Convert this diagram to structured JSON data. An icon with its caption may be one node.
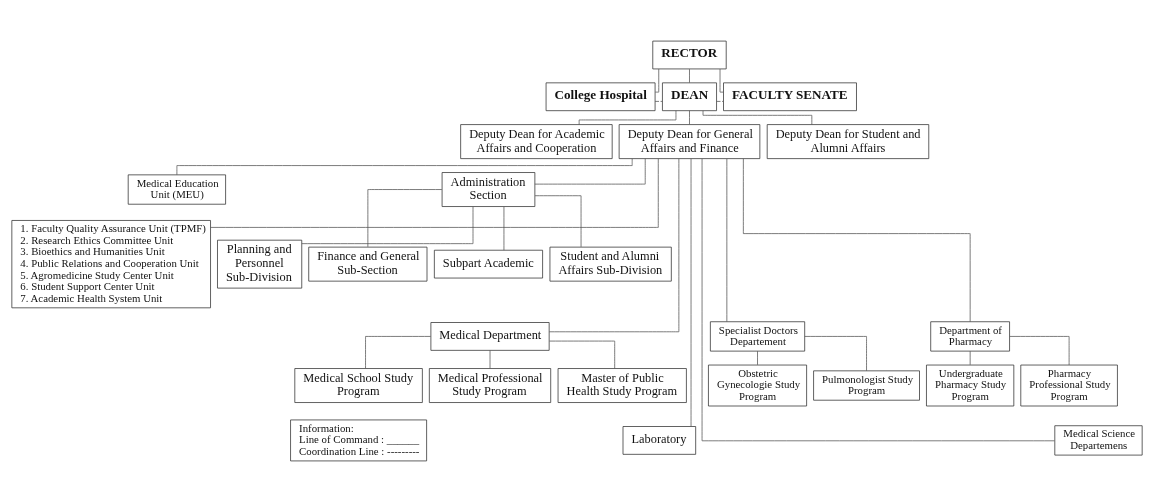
{
  "diagram": {
    "nodes": [
      {
        "text": [
          "RECTOR"
        ]
      },
      {
        "text": [
          "College Hospital"
        ]
      },
      {
        "text": [
          "DEAN"
        ]
      },
      {
        "text": [
          "FACULTY SENATE"
        ]
      },
      {
        "text": [
          "Deputy Dean for Academic Affairs and Cooperation"
        ]
      },
      {
        "text": [
          "Deputy Dean for General Affairs and Finance"
        ]
      },
      {
        "text": [
          "Deputy Dean for Student and Alumni Affairs"
        ]
      },
      {
        "text": [
          "Medical Education Unit (MEU)"
        ]
      },
      {
        "text": [
          "1. Faculty Quality Assurance Unit (TPMF)",
          "2. Research Ethics Committee Unit",
          "3. Bioethics and Humanities Unit",
          "4. Public Relations and Cooperation Unit",
          "5. Agromedicine Study Center Unit",
          "6. Student Support Center Unit",
          "7. Academic Health System Unit"
        ]
      },
      {
        "text": [
          "Administration Section"
        ]
      },
      {
        "text": [
          "Subpart Academic"
        ]
      },
      {
        "text": [
          "Student and Alumni Affairs Sub-Division"
        ]
      },
      {
        "text": [
          "Planning and Personnel Sub-Division"
        ]
      },
      {
        "text": [
          "Finance and General Sub-Section"
        ]
      },
      {
        "text": [
          "Medical Department"
        ]
      },
      {
        "text": [
          "Department of Pharmacy"
        ]
      },
      {
        "text": [
          "Specialist Doctors Departement"
        ]
      },
      {
        "text": [
          "Medical School Study Program"
        ]
      },
      {
        "text": [
          "Medical Professional Study Program"
        ]
      },
      {
        "text": [
          "Master of Public Health Study Program"
        ]
      },
      {
        "text": [
          "Undergraduate Pharmacy Study Program"
        ]
      },
      {
        "text": [
          "Pharmacy Professional Study Program"
        ]
      },
      {
        "text": [
          "Pulmonologist Study Program"
        ]
      },
      {
        "text": [
          "Obstetric Gynecologie Study Program"
        ]
      },
      {
        "text": [
          "Laboratory"
        ]
      },
      {
        "text": [
          "Medical Science Departemens"
        ]
      },
      {
        "text": [
          "Information:",
          "Line of Command : ______",
          "Coordination Line : ---------"
        ]
      }
    ],
    "edges": [
      {
        "from": 0,
        "to": 1,
        "arrow": "none"
      },
      {
        "from": 0,
        "to": 2,
        "arrow": "none"
      },
      {
        "from": 0,
        "to": 3,
        "arrow": "none"
      },
      {
        "from": 1,
        "to": 2,
        "arrow": "none",
        "style": "dashed"
      },
      {
        "from": 2,
        "to": 3,
        "arrow": "none",
        "style": "dashed"
      },
      {
        "from": 2,
        "to": 4,
        "arrow": "none"
      },
      {
        "from": 2,
        "to": 5,
        "arrow": "none"
      },
      {
        "from": 2,
        "to": 6,
        "arrow": "none"
      },
      {
        "from": 5,
        "to": 7,
        "arrow": "none"
      },
      {
        "from": 5,
        "to": 8,
        "arrow": "none"
      },
      {
        "from": 5,
        "to": 9,
        "arrow": "none"
      },
      {
        "from": 9,
        "to": 10,
        "arrow": "none"
      },
      {
        "from": 9,
        "to": 11,
        "arrow": "none"
      },
      {
        "from": 9,
        "to": 12,
        "arrow": "none"
      },
      {
        "from": 9,
        "to": 13,
        "arrow": "none"
      },
      {
        "from": 5,
        "to": 14,
        "arrow": "none"
      },
      {
        "from": 5,
        "to": 15,
        "arrow": "none"
      },
      {
        "from": 5,
        "to": 16,
        "arrow": "none"
      },
      {
        "from": 14,
        "to": 17,
        "arrow": "none"
      },
      {
        "from": 14,
        "to": 18,
        "arrow": "none"
      },
      {
        "from": 14,
        "to": 19,
        "arrow": "none"
      },
      {
        "from": 15,
        "to": 20,
        "arrow": "none"
      },
      {
        "from": 15,
        "to": 21,
        "arrow": "none"
      },
      {
        "from": 16,
        "to": 22,
        "arrow": "none"
      },
      {
        "from": 16,
        "to": 23,
        "arrow": "none"
      },
      {
        "from": 5,
        "to": 24,
        "arrow": "none"
      },
      {
        "from": 5,
        "to": 25,
        "arrow": "none"
      }
    ]
  }
}
